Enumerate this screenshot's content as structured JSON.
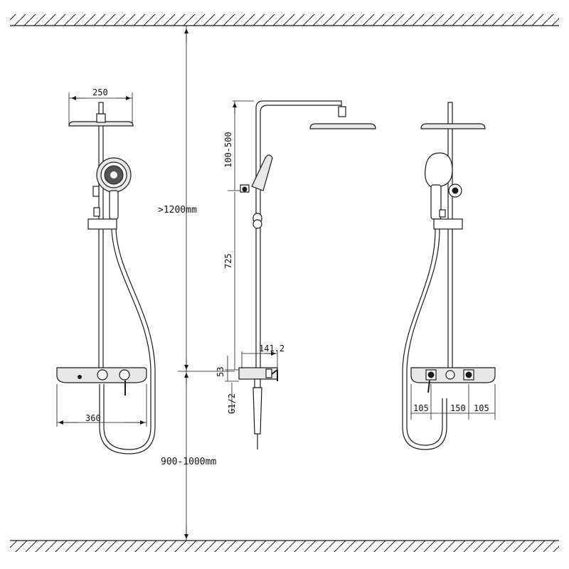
{
  "dimensions": {
    "head_width": "250",
    "shelf_width": "360",
    "height_min": ">1200mm",
    "head_drop": "100-500",
    "holder_height": "725",
    "depth": "141.2",
    "inlet_height": "53",
    "thread": "G1/2",
    "floor_height": "900-1000mm",
    "spacing_left": "105",
    "spacing_center": "150",
    "spacing_right": "105"
  }
}
